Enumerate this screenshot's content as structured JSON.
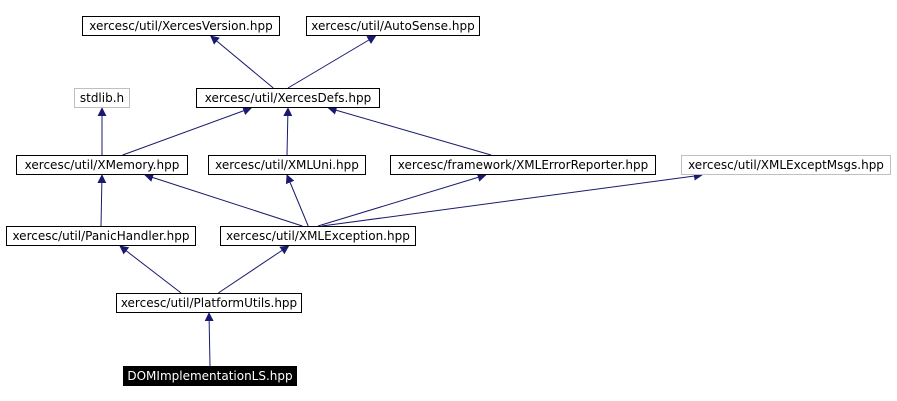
{
  "colors": {
    "edge": "#191970",
    "node_border": "#000000",
    "external_border": "#bfbfbf",
    "focus_fill": "#000000",
    "focus_text": "#ffffff"
  },
  "nodes": {
    "xercesversion": "xercesc/util/XercesVersion.hpp",
    "autosense": "xercesc/util/AutoSense.hpp",
    "stdlib": "stdlib.h",
    "xercesdefs": "xercesc/util/XercesDefs.hpp",
    "xmemory": "xercesc/util/XMemory.hpp",
    "xmluni": "xercesc/util/XMLUni.hpp",
    "xmlerrorreporter": "xercesc/framework/XMLErrorReporter.hpp",
    "xmlexceptmsgs": "xercesc/util/XMLExceptMsgs.hpp",
    "panichandler": "xercesc/util/PanicHandler.hpp",
    "xmlexception": "xercesc/util/XMLException.hpp",
    "platformutils": "xercesc/util/PlatformUtils.hpp",
    "domimplementationls": "DOMImplementationLS.hpp"
  },
  "edges": [
    {
      "from": "xercesdefs",
      "to": "xercesversion"
    },
    {
      "from": "xercesdefs",
      "to": "autosense"
    },
    {
      "from": "xmemory",
      "to": "stdlib"
    },
    {
      "from": "xmemory",
      "to": "xercesdefs"
    },
    {
      "from": "xmluni",
      "to": "xercesdefs"
    },
    {
      "from": "xmlerrorreporter",
      "to": "xercesdefs"
    },
    {
      "from": "panichandler",
      "to": "xmemory"
    },
    {
      "from": "xmlexception",
      "to": "xmemory"
    },
    {
      "from": "xmlexception",
      "to": "xmluni"
    },
    {
      "from": "xmlexception",
      "to": "xmlerrorreporter"
    },
    {
      "from": "xmlexception",
      "to": "xmlexceptmsgs"
    },
    {
      "from": "platformutils",
      "to": "panichandler"
    },
    {
      "from": "platformutils",
      "to": "xmlexception"
    },
    {
      "from": "domimplementationls",
      "to": "platformutils"
    }
  ]
}
